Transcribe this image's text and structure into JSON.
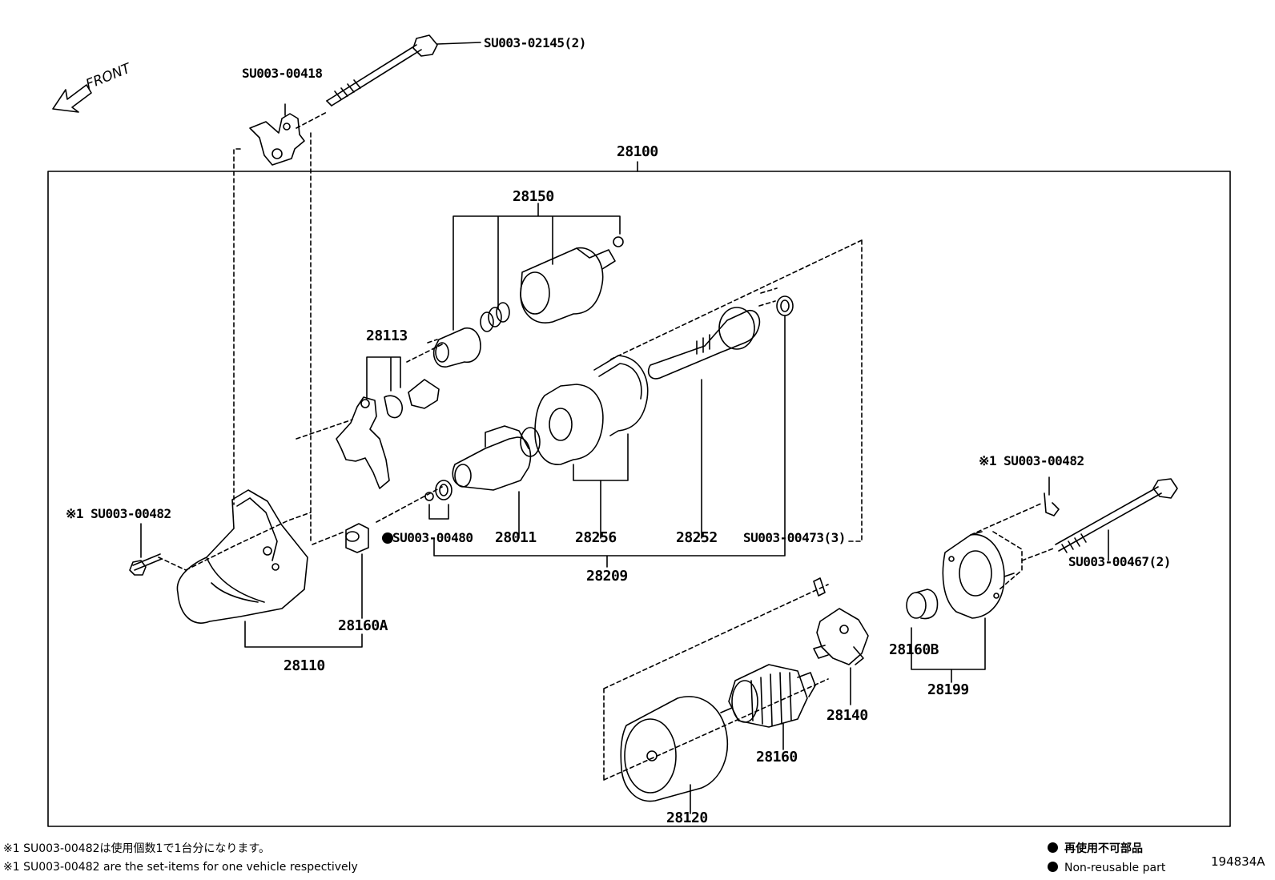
{
  "front_label": "FRONT",
  "labels": {
    "bolt_top": "SU003-02145(2)",
    "bracket": "SU003-00418",
    "assembly": "28100",
    "solenoid": "28150",
    "lever_set": "28113",
    "bolt_left": "※1 SU003-00482",
    "clip": "SU003-00480",
    "clutch": "28011",
    "planetary": "28256",
    "shaft": "28252",
    "washer": "SU003-00473(3)",
    "gear_set": "28209",
    "bushing_a": "28160A",
    "housing": "28110",
    "bolt_right": "※1 SU003-00482",
    "thru_bolt": "SU003-00467(2)",
    "bushing_b": "28160B",
    "end_frame": "28199",
    "brush_holder": "28140",
    "armature": "28160",
    "yoke": "28120"
  },
  "notes": {
    "jp": "※1  SU003-00482は使用個数1で1台分になります。",
    "en": "※1  SU003-00482 are the set-items for one vehicle respectively"
  },
  "legend": {
    "jp": "再使用不可部品",
    "en": "Non-reusable part"
  },
  "diagram_id": "194834A"
}
